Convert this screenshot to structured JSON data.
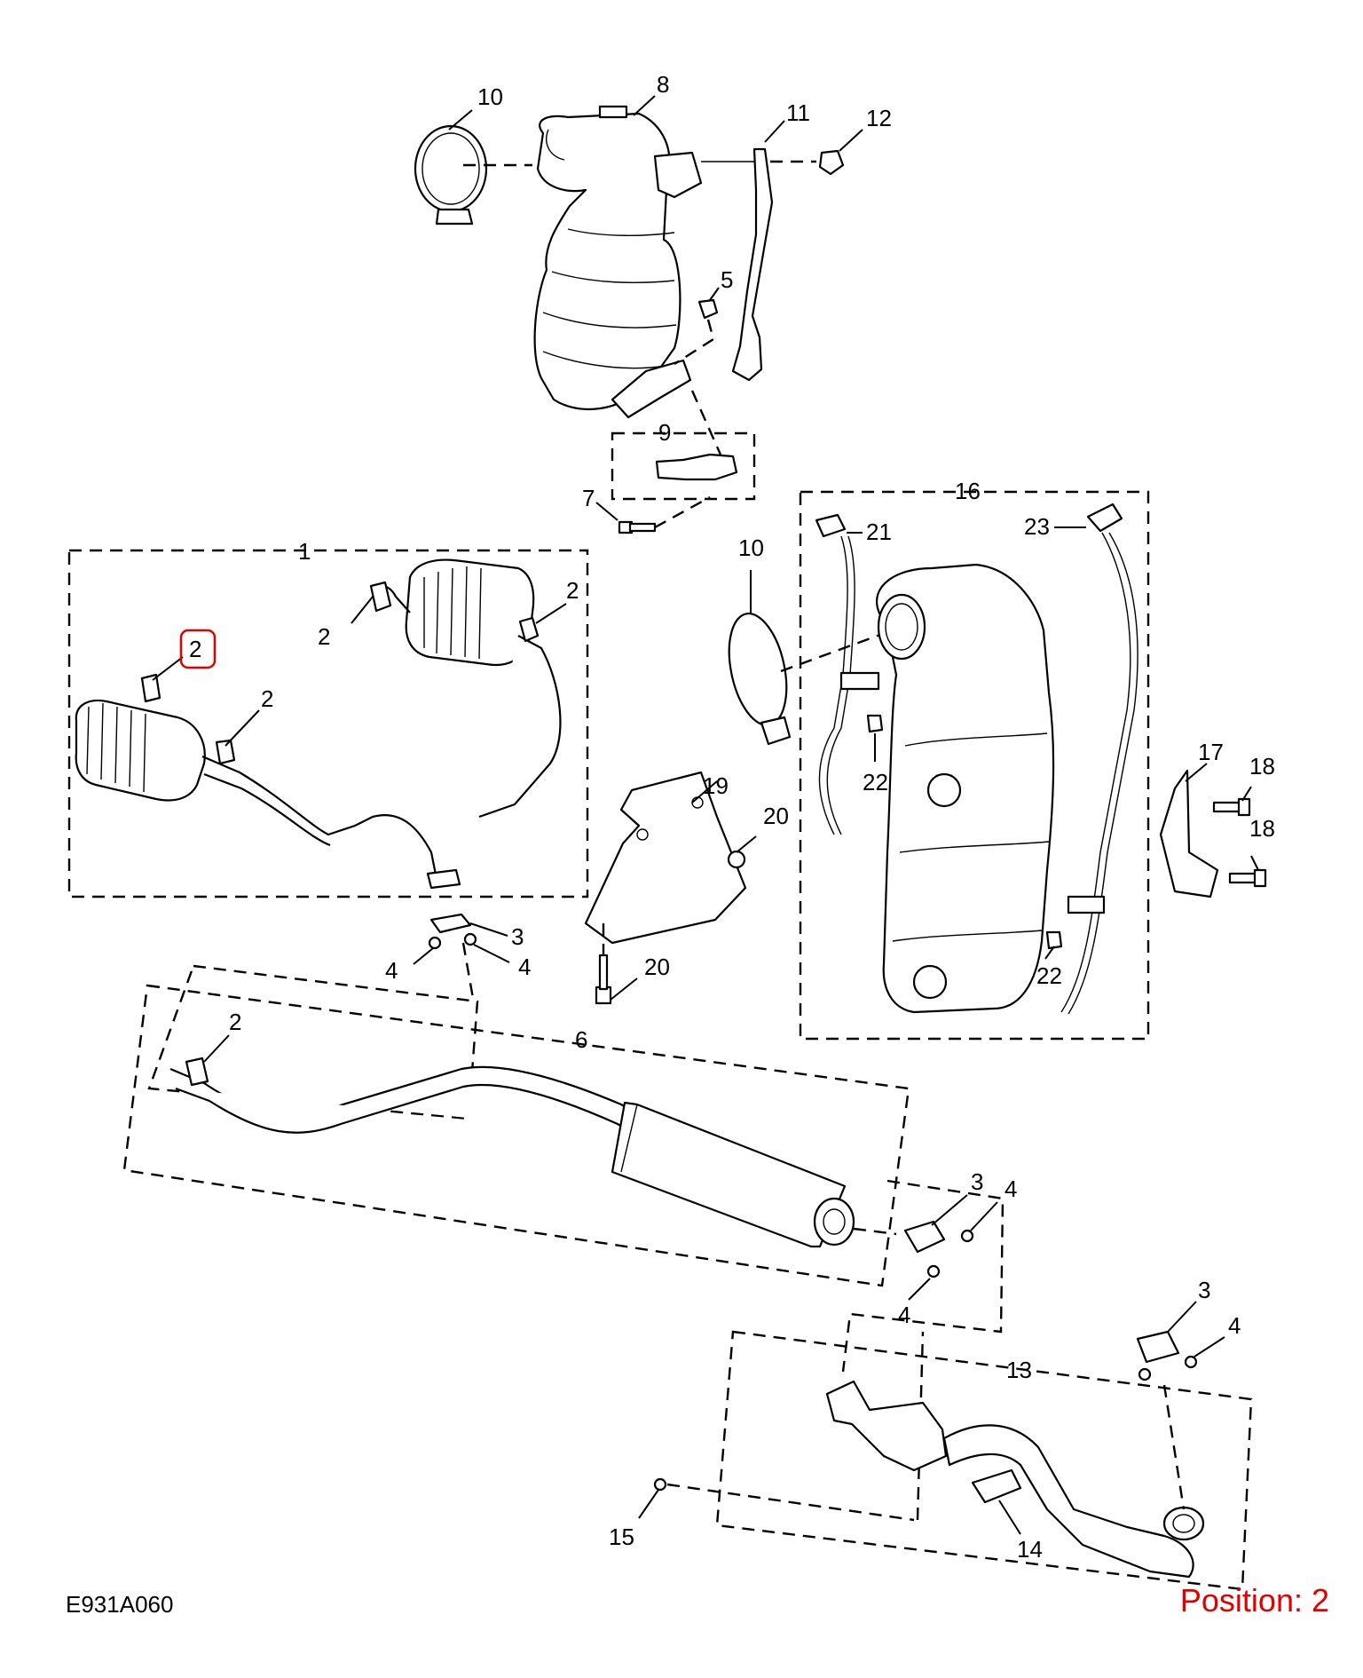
{
  "diagram": {
    "reference_code": "E931A060",
    "position_label": "Position: 2",
    "highlight_color": "#e00000",
    "selected_callout": "2",
    "callouts": {
      "c10a": "10",
      "c8": "8",
      "c11": "11",
      "c12": "12",
      "c5": "5",
      "c9": "9",
      "c7": "7",
      "c16": "16",
      "c21": "21",
      "c23": "23",
      "c10b": "10",
      "c1": "1",
      "c2_top_right": "2",
      "c2_top_mid": "2",
      "c2_selected": "2",
      "c2_left_muffler": "2",
      "c22a": "22",
      "c22b": "22",
      "c19": "19",
      "c20a": "20",
      "c20b": "20",
      "c17": "17",
      "c18a": "18",
      "c18b": "18",
      "c3a": "3",
      "c4a": "4",
      "c4b": "4",
      "c6": "6",
      "c2_pipe": "2",
      "c3b": "3",
      "c4c": "4",
      "c4d": "4",
      "c3c": "3",
      "c4e": "4",
      "c13": "13",
      "c14": "14",
      "c15": "15"
    }
  }
}
